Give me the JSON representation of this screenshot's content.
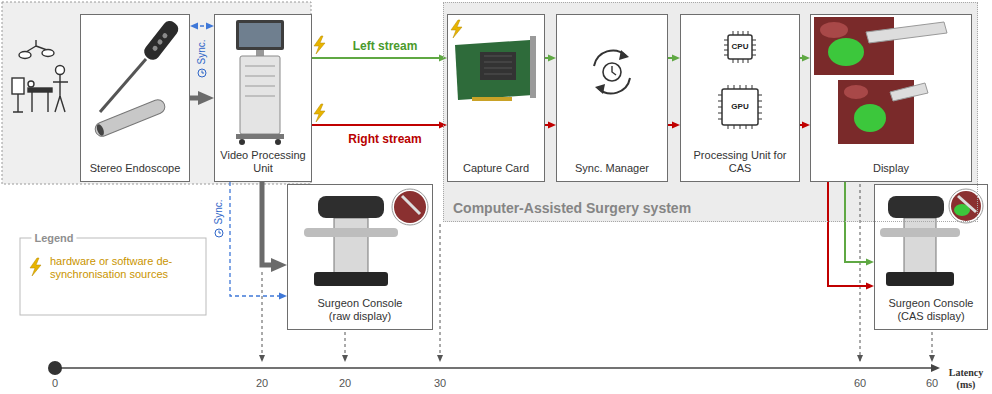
{
  "diagram": {
    "nodes": [
      {
        "text": [
          "Stereo Endoscope"
        ]
      },
      {
        "text": [
          "Video Processing Unit"
        ]
      },
      {
        "text": [
          "Surgeon Console (raw display)"
        ]
      },
      {
        "text": [
          "Computer-Assisted Surgery system"
        ]
      },
      {
        "text": [
          "Capture Card"
        ],
        "in": 3
      },
      {
        "text": [
          "Sync. Manager"
        ],
        "in": 3
      },
      {
        "text": [
          "Processing Unit for CAS"
        ],
        "in": 3
      },
      {
        "text": [
          "Display"
        ],
        "in": 3
      },
      {
        "text": [
          "Surgeon Console (CAS display)"
        ]
      }
    ],
    "edges": [
      {
        "from": 0,
        "to": 1,
        "arrow": "to"
      },
      {
        "from": 1,
        "to": 2,
        "arrow": "to"
      },
      {
        "from": 1,
        "to": 4,
        "label": "Left stream",
        "arrow": "to"
      },
      {
        "from": 1,
        "to": 4,
        "label": "Right stream",
        "arrow": "to"
      },
      {
        "from": 4,
        "to": 5,
        "arrow": "to"
      },
      {
        "from": 4,
        "to": 5,
        "arrow": "to"
      },
      {
        "from": 5,
        "to": 6,
        "arrow": "to"
      },
      {
        "from": 5,
        "to": 6,
        "arrow": "to"
      },
      {
        "from": 6,
        "to": 7,
        "arrow": "to"
      },
      {
        "from": 6,
        "to": 7,
        "arrow": "to"
      },
      {
        "from": 7,
        "to": 8,
        "arrow": "to"
      },
      {
        "from": 7,
        "to": 8,
        "arrow": "to"
      },
      {
        "from": 1,
        "to": 0,
        "label": "Sync.",
        "arrow": "both"
      },
      {
        "from": 1,
        "to": 2,
        "label": "Sync.",
        "arrow": "to"
      }
    ],
    "labels": [
      "CPU",
      "GPU",
      "Legend",
      "0",
      "20",
      "20",
      "30",
      "60",
      "60",
      "Latency (ms)"
    ],
    "legend": [
      {
        "text": "hardware or software de-synchronisation sources"
      }
    ]
  }
}
